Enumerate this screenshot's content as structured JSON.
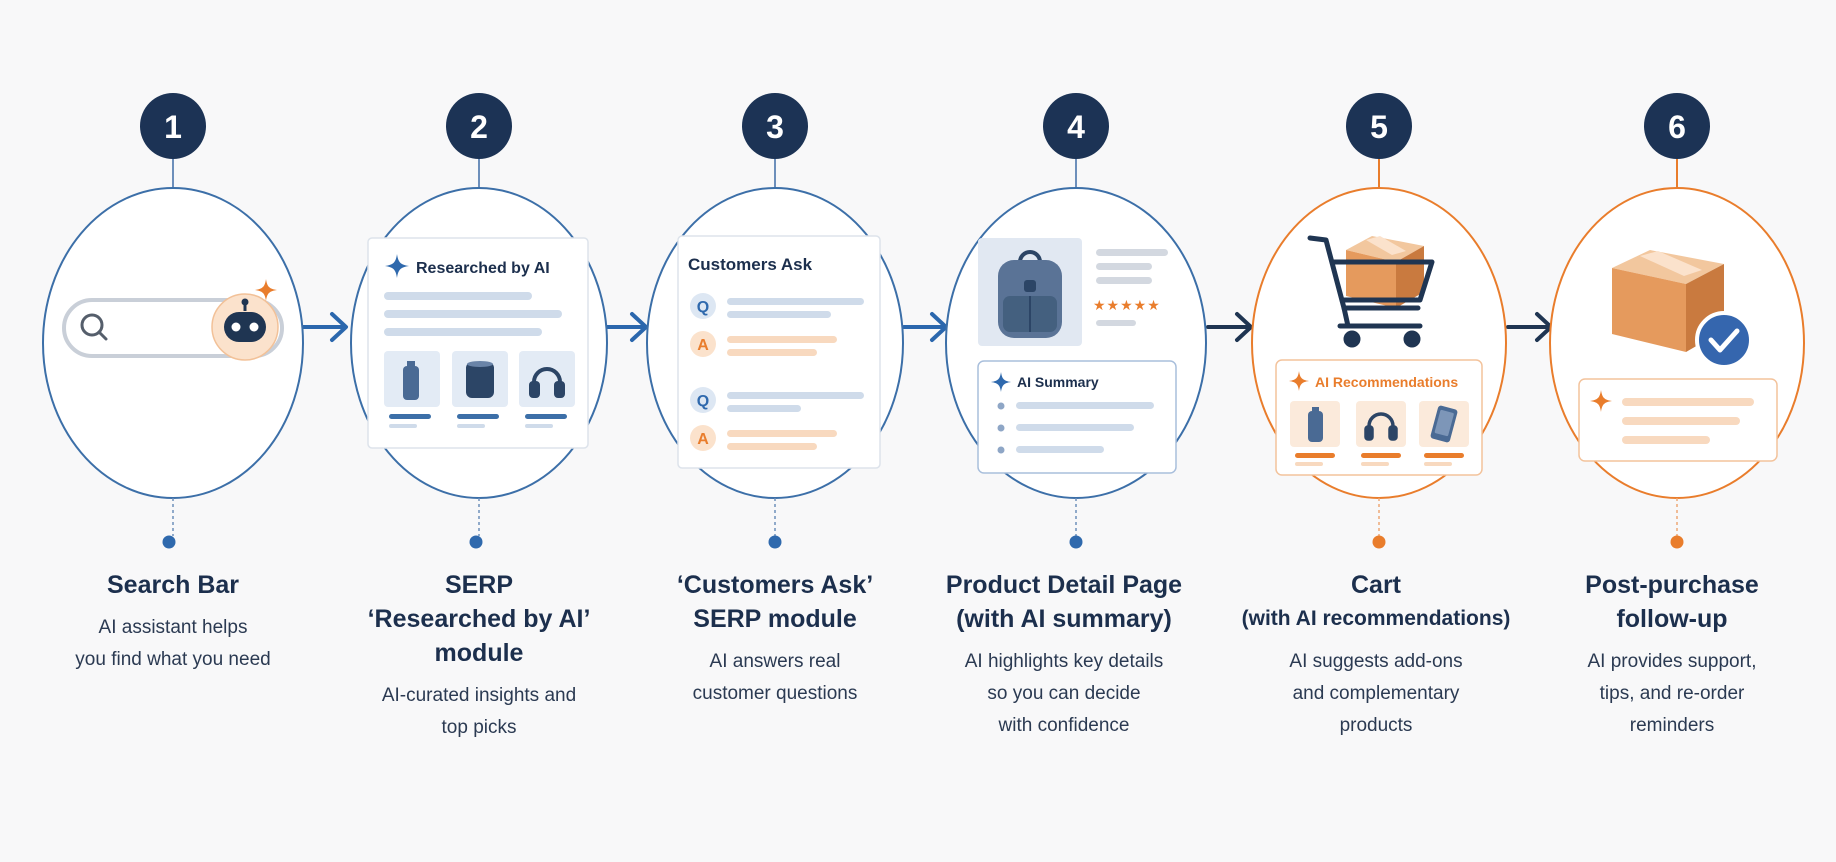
{
  "colors": {
    "navy": "#1c3355",
    "blue": "#3c6fa8",
    "orange": "#e97d2c",
    "light_blue": "#cfdbea",
    "light_orange": "#f8d9bf",
    "background": "#f8f8f9"
  },
  "steps": [
    {
      "number": "1",
      "title": "Search Bar",
      "subtitle": "",
      "description": [
        "AI assistant helps",
        "you find what you need"
      ],
      "accent": "blue",
      "icons": [
        "search-icon",
        "robot-icon",
        "sparkle-icon"
      ]
    },
    {
      "number": "2",
      "title": "SERP",
      "subtitle": "",
      "title_line2": "‘Researched by AI’",
      "title_line3": "module",
      "module_label": "Researched by AI",
      "description": [
        "AI-curated insights and",
        "top picks"
      ],
      "accent": "blue",
      "icons": [
        "sparkle-icon",
        "bottle-icon",
        "speaker-icon",
        "headphones-icon"
      ]
    },
    {
      "number": "3",
      "title": "‘Customers Ask’",
      "title_line2": "SERP module",
      "module_label": "Customers Ask",
      "q_letter": "Q",
      "a_letter": "A",
      "description": [
        "AI answers real",
        "customer questions"
      ],
      "accent": "blue"
    },
    {
      "number": "4",
      "title": "Product Detail Page",
      "title_line2": "(with AI summary)",
      "module_label": "AI Summary",
      "stars": "★★★★★",
      "description": [
        "AI highlights key details",
        "so you can decide",
        "with confidence"
      ],
      "accent": "blue",
      "icons": [
        "backpack-icon",
        "sparkle-icon"
      ]
    },
    {
      "number": "5",
      "title": "Cart",
      "title_line2": "(with AI recommendations)",
      "module_label": "AI Recommendations",
      "description": [
        "AI suggests add-ons",
        "and complementary",
        "products"
      ],
      "accent": "orange",
      "icons": [
        "cart-icon",
        "box-icon",
        "bottle-icon",
        "headphones-icon",
        "phone-icon"
      ]
    },
    {
      "number": "6",
      "title": "Post-purchase",
      "title_line2": "follow-up",
      "description": [
        "AI provides support,",
        "tips, and re-order",
        "reminders"
      ],
      "accent": "orange",
      "icons": [
        "box-icon",
        "checkmark-icon",
        "sparkle-icon"
      ]
    }
  ]
}
